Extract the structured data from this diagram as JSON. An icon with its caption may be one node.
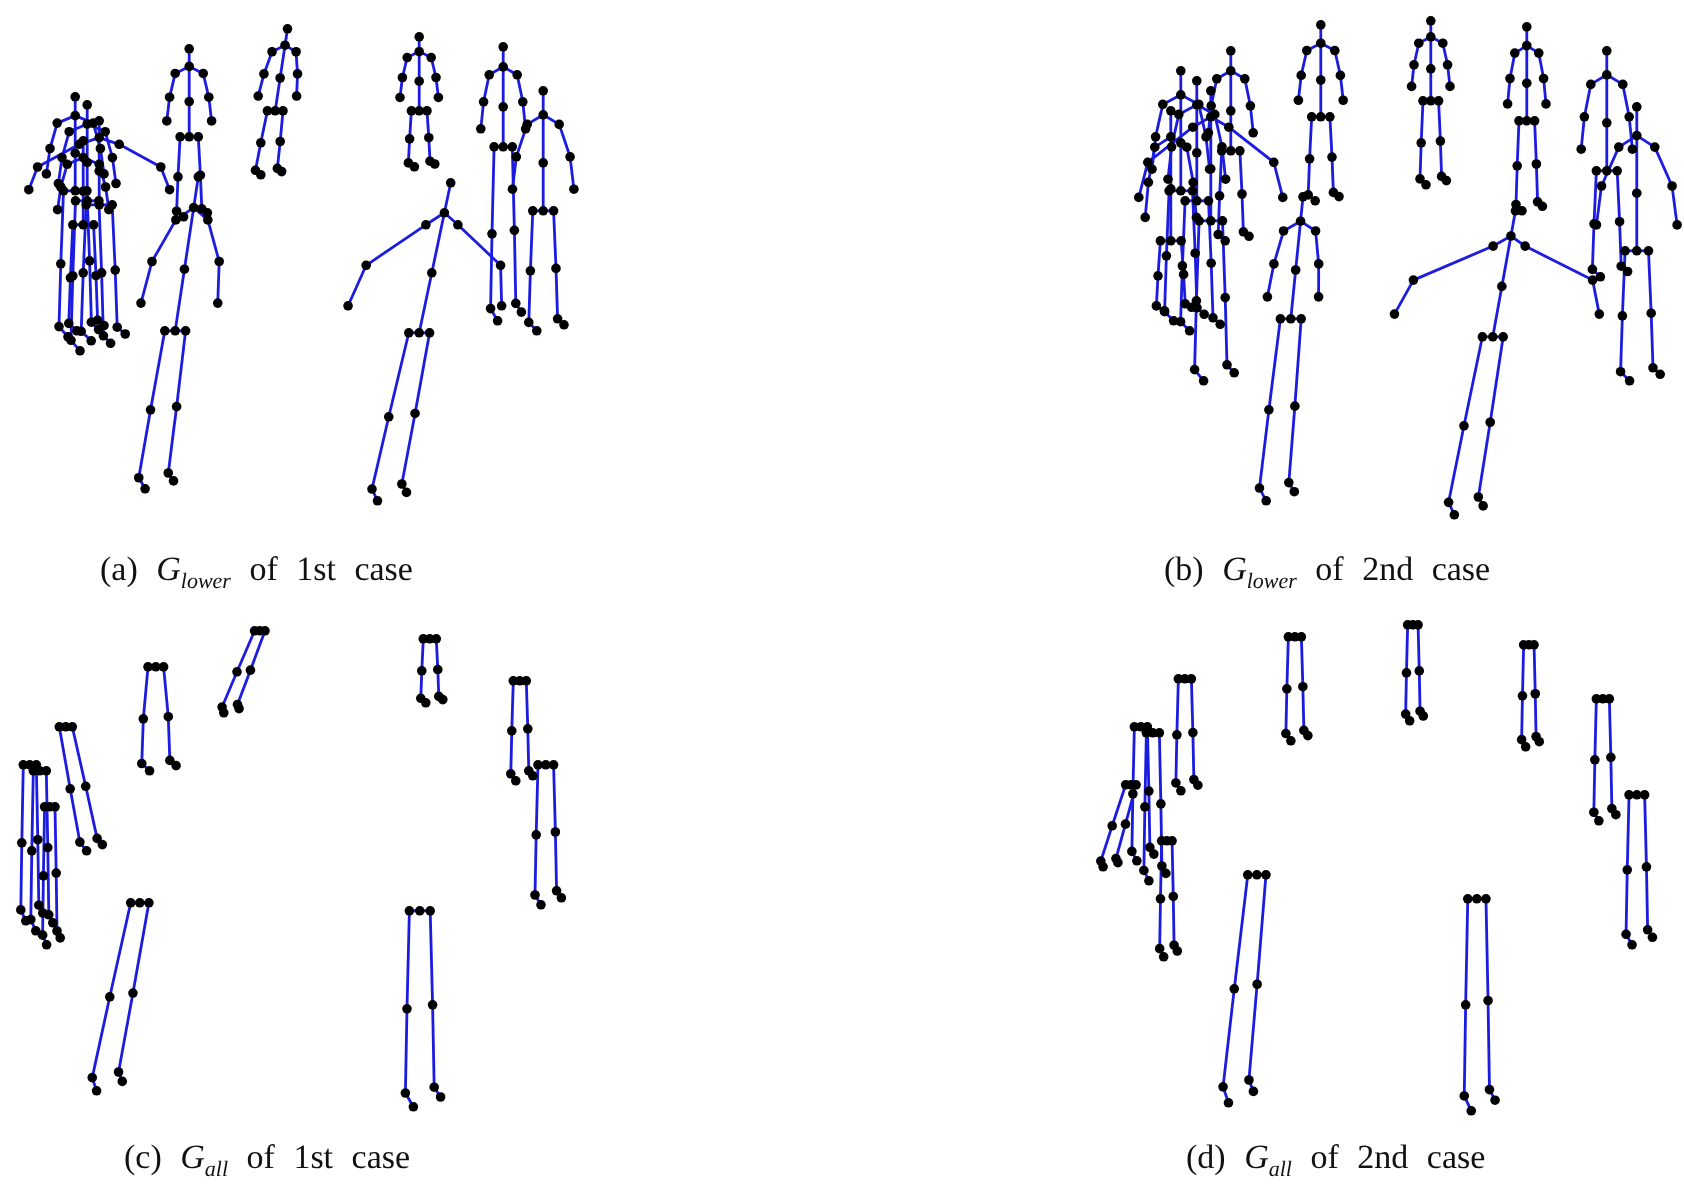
{
  "diagram": {
    "labels": [
      "(a) *G*$_{lower}$ of 1st case",
      "(b) *G*$_{lower}$ of 2nd case",
      "(c) *G*$_{all}$ of 1st case",
      "(d) *G*$_{all}$ of 2nd case"
    ]
  }
}
